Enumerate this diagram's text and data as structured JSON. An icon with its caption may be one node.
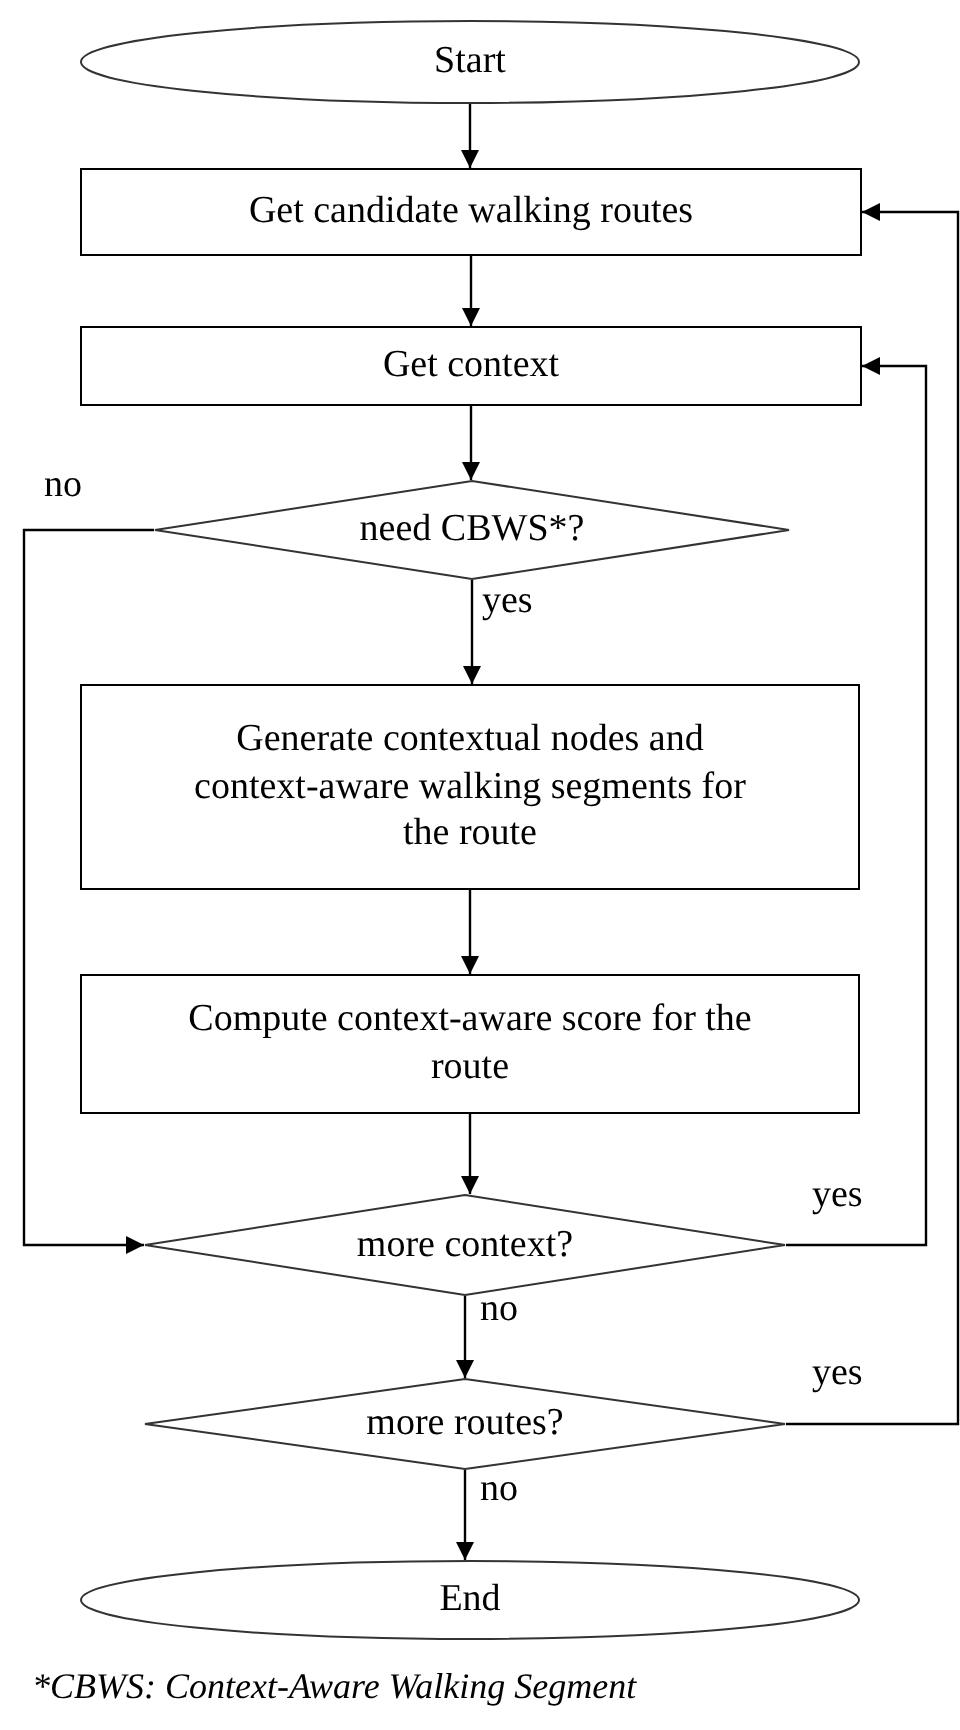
{
  "diagram": {
    "caption": "*CBWS: Context-Aware Walking Segment",
    "nodes": [
      {
        "text": [
          "Start"
        ]
      },
      {
        "text": [
          "Get candidate walking routes"
        ]
      },
      {
        "text": [
          "Get context"
        ]
      },
      {
        "text": [
          "need CBWS*?"
        ]
      },
      {
        "text": [
          "Generate contextual nodes and context-aware walking segments for the route"
        ]
      },
      {
        "text": [
          "Compute context-aware score for the route"
        ]
      },
      {
        "text": [
          "more context?"
        ]
      },
      {
        "text": [
          "more routes?"
        ]
      },
      {
        "text": [
          "End"
        ]
      }
    ],
    "edges": [
      {
        "from": 0,
        "to": 1,
        "arrow": "to"
      },
      {
        "from": 1,
        "to": 2,
        "arrow": "to"
      },
      {
        "from": 2,
        "to": 3,
        "arrow": "to"
      },
      {
        "from": 3,
        "to": 4,
        "arrow": "to",
        "label": "yes"
      },
      {
        "from": 3,
        "to": 6,
        "arrow": "to",
        "label": "no"
      },
      {
        "from": 4,
        "to": 5,
        "arrow": "to"
      },
      {
        "from": 5,
        "to": 6,
        "arrow": "to"
      },
      {
        "from": 6,
        "to": 2,
        "arrow": "to",
        "label": "yes"
      },
      {
        "from": 6,
        "to": 7,
        "arrow": "to",
        "label": "no"
      },
      {
        "from": 7,
        "to": 1,
        "arrow": "to",
        "label": "yes"
      },
      {
        "from": 7,
        "to": 8,
        "arrow": "to",
        "label": "no"
      }
    ]
  }
}
